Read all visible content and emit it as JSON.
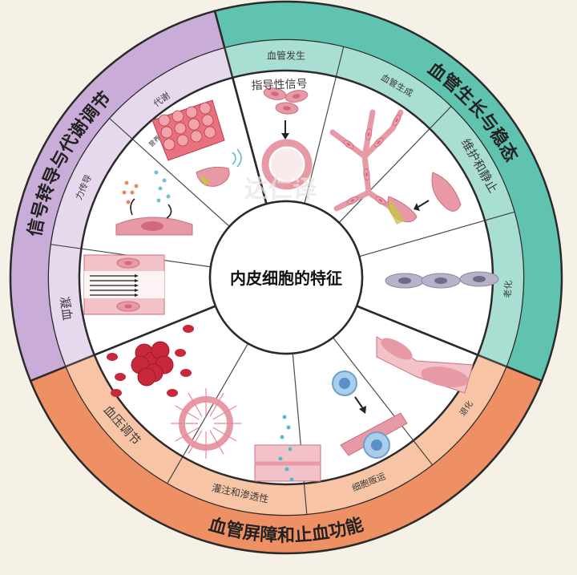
{
  "center": {
    "title": "内皮细胞的特征"
  },
  "watermark": "达仁译",
  "rings": {
    "purple": {
      "label": "信号转导与代谢调节",
      "color": "#c9acd7"
    },
    "teal": {
      "label": "血管生长与稳态",
      "color": "#5fc3b0"
    },
    "orange": {
      "label": "血管屏障和止血功能",
      "color": "#ee9064"
    }
  },
  "segments": {
    "s_angiogenesis": "血管发生",
    "s_vessel_growth": "血管生成",
    "s_quiescence": "维护和静止",
    "s_aging": "老化",
    "s_vessel_death": "退化",
    "s_transmigration": "细胞贩运",
    "s_perfusion": "灌注和渗透性",
    "s_bp": "血压调节",
    "s_coag": "凝血",
    "s_mechano": "力传导",
    "s_metabolism": "代谢",
    "s_guidance": "指导性信号",
    "s_metabolism_sub": "营养"
  },
  "icons": {
    "angiogenesis": "cells-to-ring-icon",
    "vessel_growth": "vessel-network-icon",
    "quiescence": "cell-pair-icon",
    "aging": "aged-cells-icon",
    "vessel_death": "regressing-vessel-icon",
    "transmigration": "leukocyte-icon",
    "perfusion": "leaky-vessel-icon",
    "bp": "radial-arrows-icon",
    "coag": "blood-clot-icon",
    "mechano": "shear-flow-icon",
    "metabolism": "nutrient-uptake-icon",
    "guidance": "tissue-signal-icon"
  }
}
